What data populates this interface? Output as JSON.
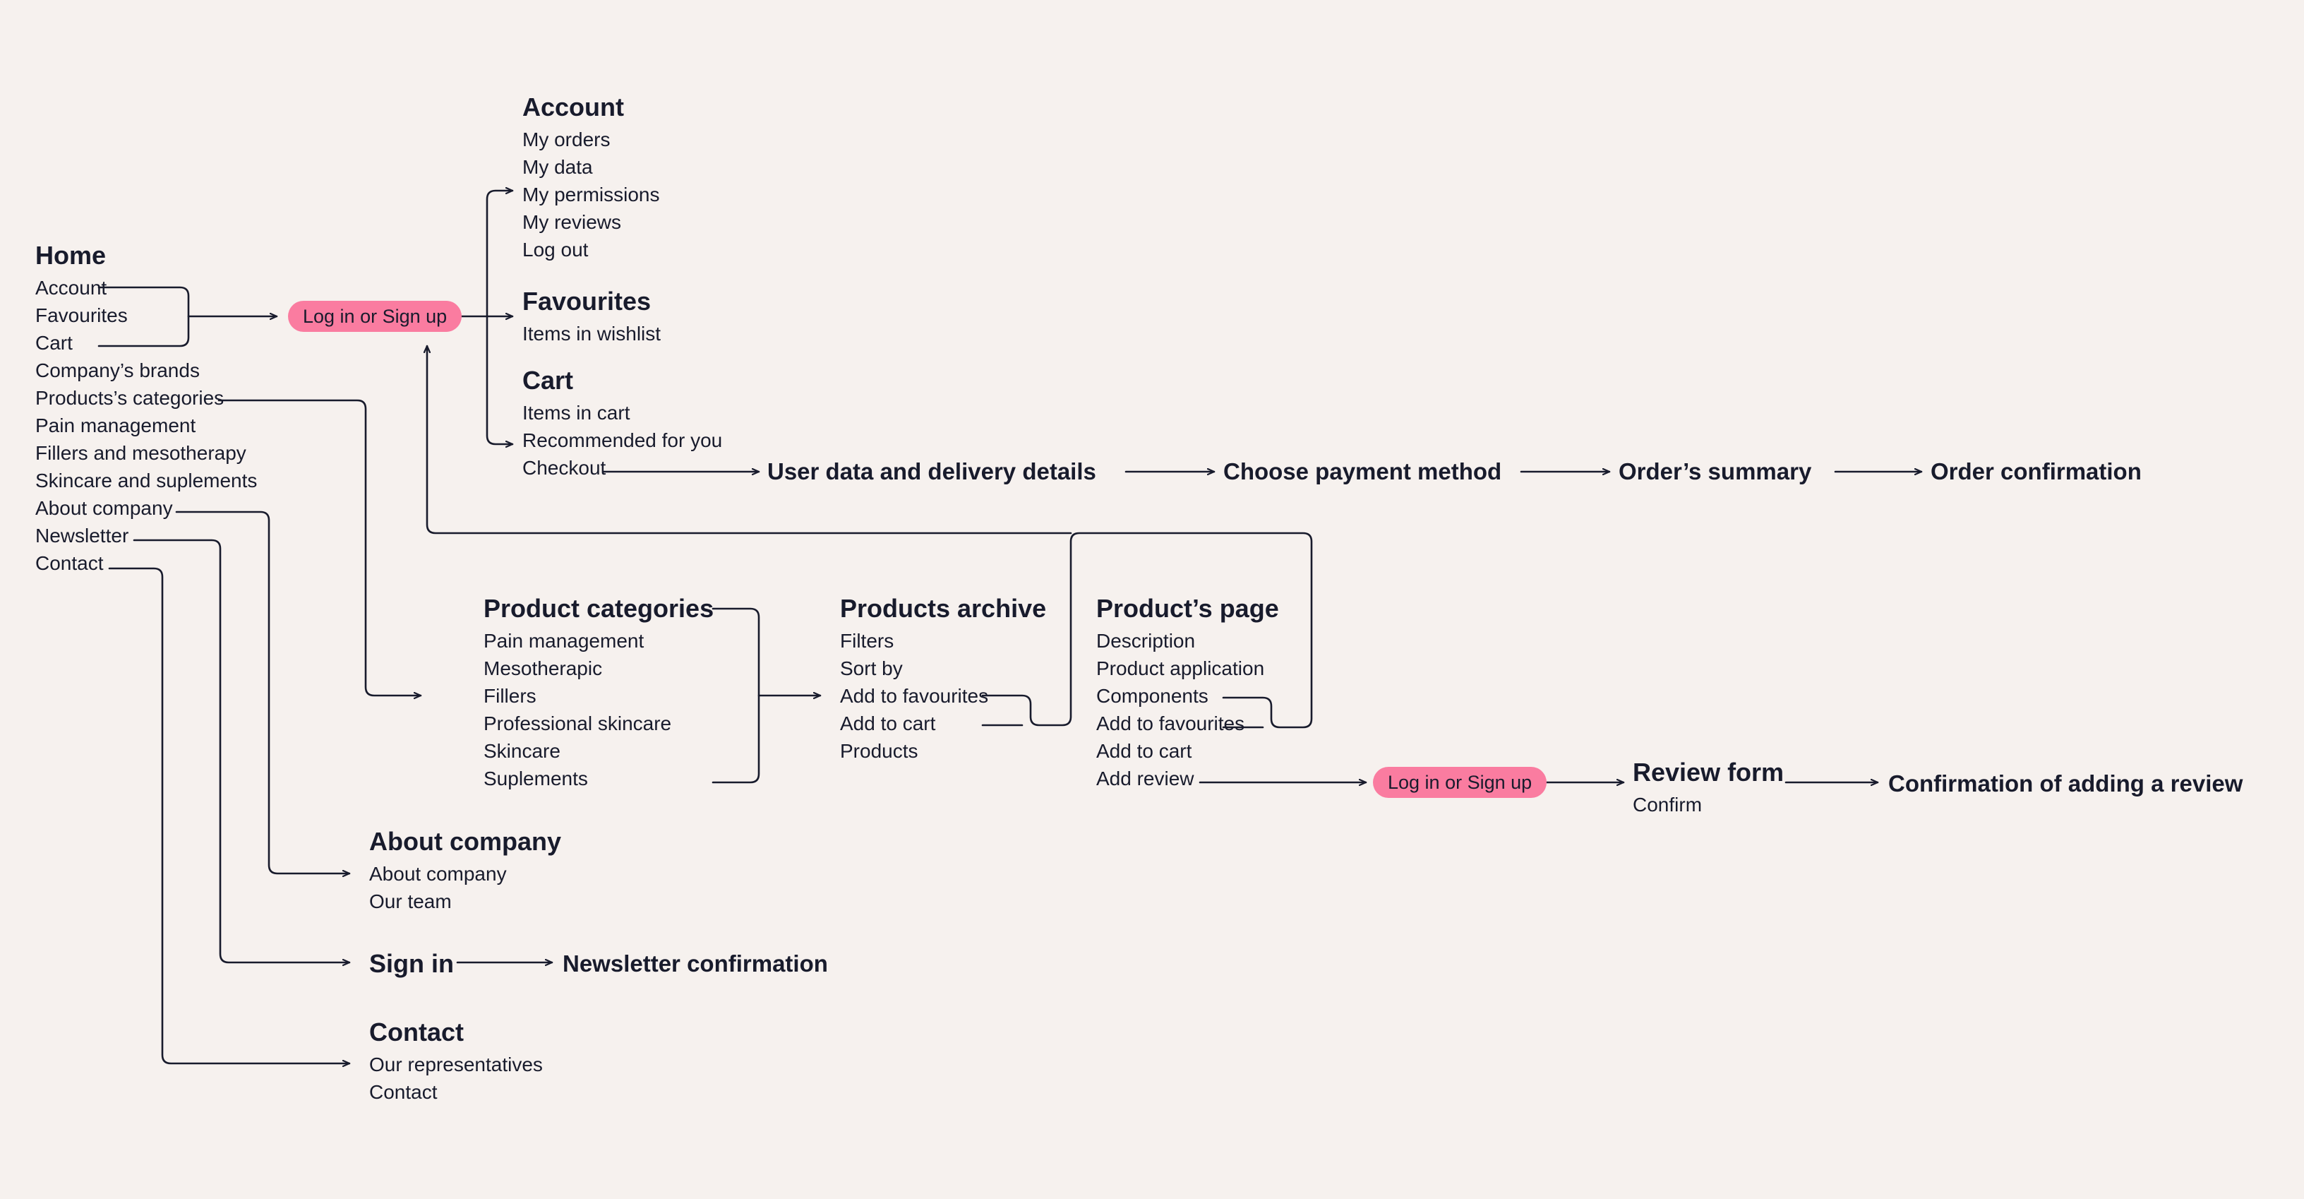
{
  "meta": {
    "background_color": "#F6F1EE",
    "text_color": "#181B2C",
    "accent_color": "#FA7CA0",
    "diagram_kind": "user-flow-sitemap"
  },
  "home": {
    "title": "Home",
    "items": [
      "Account",
      "Favourites",
      "Cart",
      "Company’s brands",
      "Products’s categories",
      "Pain management",
      "Fillers and mesotherapy",
      "Skincare and suplements",
      "About company",
      "Newsletter",
      "Contact"
    ]
  },
  "auth_pill_top": {
    "label": "Log in or Sign up"
  },
  "auth_pill_review": {
    "label": "Log in or Sign up"
  },
  "account": {
    "title": "Account",
    "items": [
      "My orders",
      "My data",
      "My permissions",
      "My reviews",
      "Log out"
    ]
  },
  "favourites": {
    "title": "Favourites",
    "items": [
      "Items in wishlist"
    ]
  },
  "cart": {
    "title": "Cart",
    "items": [
      "Items in cart",
      "Recommended for you",
      "Checkout"
    ]
  },
  "checkout_flow": {
    "steps": [
      "User data and delivery details",
      "Choose payment method",
      "Order’s summary",
      "Order confirmation"
    ]
  },
  "product_categories": {
    "title": "Product categories",
    "items": [
      "Pain management",
      "Mesotherapic",
      "Fillers",
      "Professional skincare",
      "Skincare",
      "Suplements"
    ]
  },
  "products_archive": {
    "title": "Products archive",
    "items": [
      "Filters",
      "Sort by",
      "Add to favourites",
      "Add to cart",
      "Products"
    ]
  },
  "products_page": {
    "title": "Product’s page",
    "items": [
      "Description",
      "Product application",
      "Components",
      "Add to favourites",
      "Add to cart",
      "Add review"
    ]
  },
  "review_flow": {
    "form_title": "Review form",
    "form_items": [
      "Confirm"
    ],
    "confirmation": "Confirmation of adding a review"
  },
  "about_company": {
    "title": "About company",
    "items": [
      "About company",
      "Our team"
    ]
  },
  "newsletter": {
    "title": "Sign in",
    "confirmation": "Newsletter confirmation"
  },
  "contact": {
    "title": "Contact",
    "items": [
      "Our representatives",
      "Contact"
    ]
  }
}
